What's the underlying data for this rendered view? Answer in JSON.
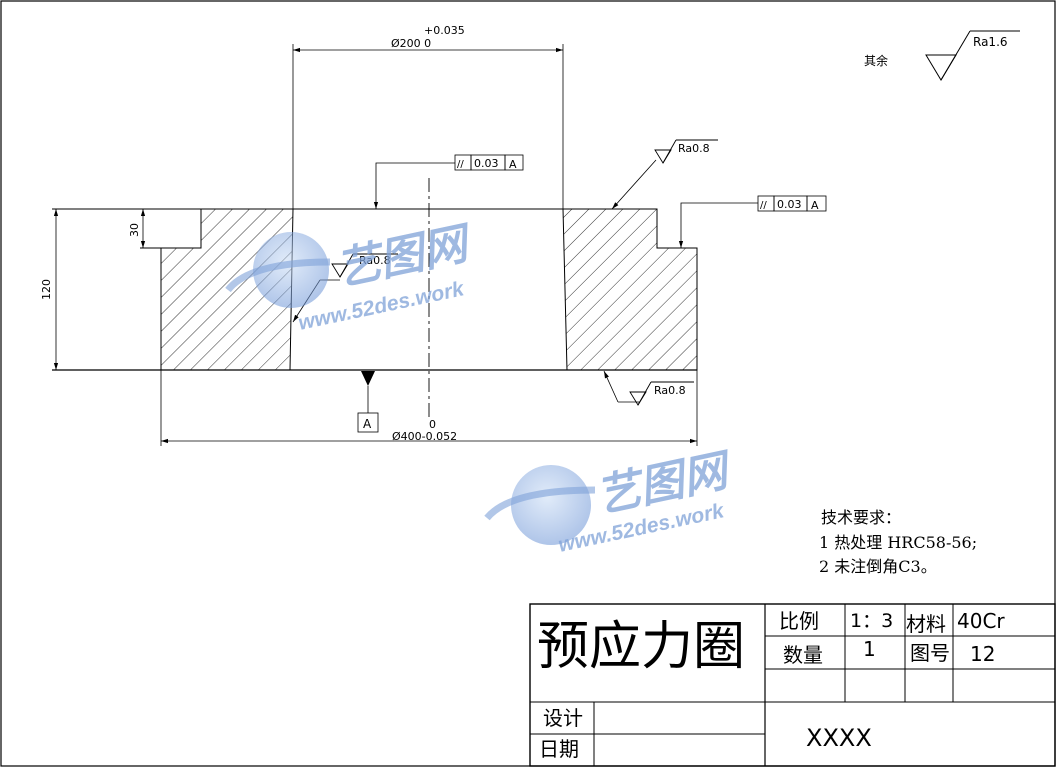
{
  "dimensions": {
    "top_diameter_tol": "+0.035",
    "top_diameter": "Ø200 0",
    "bottom_diameter_tol": "0",
    "bottom_diameter": "Ø400-0.052",
    "step_depth": "30",
    "total_height": "120"
  },
  "surface_finish": {
    "general_label": "其余",
    "general_value": "Ra1.6",
    "upper_right": "Ra0.8",
    "bore": "Ra0.8",
    "bottom": "Ra0.8"
  },
  "tolerances": {
    "left_frame": {
      "symbol": "//",
      "value": "0.03",
      "datum": "A"
    },
    "right_frame": {
      "symbol": "//",
      "value": "0.03",
      "datum": "A"
    },
    "datum_label": "A"
  },
  "notes": {
    "title": "技术要求：",
    "items": [
      "1  热处理 HRC58-56;",
      "2  未注倒角C3。"
    ]
  },
  "title_block": {
    "part_name": "预应力圈",
    "scale_label": "比例",
    "scale_value": "1：3",
    "material_label": "材料",
    "material_value": "40Cr",
    "quantity_label": "数量",
    "quantity_value": "1",
    "drawing_no_label": "图号",
    "drawing_no_value": "12",
    "designer_label": "设计",
    "date_label": "日期",
    "company": "XXXX"
  },
  "watermark": {
    "brand": "艺图网",
    "url": "www.52des.work"
  }
}
